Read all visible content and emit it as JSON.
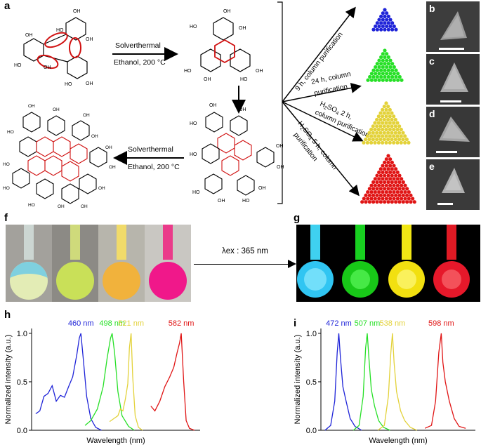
{
  "panels": {
    "a": "a",
    "b": "b",
    "c": "c",
    "d": "d",
    "e": "e",
    "f": "f",
    "g": "g",
    "h": "h",
    "i": "i"
  },
  "scheme": {
    "oh": "OH",
    "ho": "HO",
    "step1_top": "Solverthermal",
    "step1_bottom": "Ethanol, 200 °C",
    "step2_top": "Solverthermal",
    "step2_bottom": "Ethanol, 200 °C",
    "routes": [
      {
        "line1": "9 h, column purification",
        "line2": "",
        "color": "#2a3fd6"
      },
      {
        "line1": "24 h, column",
        "line2": "purification",
        "color": "#22d322"
      },
      {
        "line1": "H2SO4 2 h,",
        "line2": "column purification",
        "color": "#d8d820"
      },
      {
        "line1": "H2SO4 5 h, column",
        "line2": "purification",
        "color": "#e01818"
      }
    ]
  },
  "excitation": {
    "label": "λex : 365 nm"
  },
  "colors": {
    "blue": "#1f24d8",
    "green": "#27e027",
    "yellow": "#e3d23a",
    "red": "#e01515",
    "ring_red": "#d01010"
  },
  "chart_data": [
    {
      "type": "line",
      "panel": "h",
      "xlabel": "Wavelength (nm)",
      "ylabel": "Normalized intensity (a.u.)",
      "ylim": [
        0,
        1.05
      ],
      "yticks": [
        "0.0",
        "0.5",
        "1.0"
      ],
      "series": [
        {
          "name": "460 nm",
          "color": "#1f24d8",
          "x": [
            405,
            410,
            415,
            420,
            425,
            430,
            435,
            440,
            445,
            450,
            455,
            458,
            460,
            463,
            467,
            472,
            478,
            485
          ],
          "y": [
            0.17,
            0.2,
            0.35,
            0.38,
            0.46,
            0.3,
            0.36,
            0.34,
            0.45,
            0.55,
            0.78,
            0.95,
            1.0,
            0.72,
            0.35,
            0.12,
            0.03,
            0.0
          ]
        },
        {
          "name": "498 nm",
          "color": "#27e027",
          "x": [
            465,
            472,
            480,
            487,
            492,
            496,
            498,
            501,
            505,
            510,
            518,
            525
          ],
          "y": [
            0.05,
            0.1,
            0.22,
            0.45,
            0.75,
            0.95,
            1.0,
            0.8,
            0.4,
            0.15,
            0.04,
            0.0
          ]
        },
        {
          "name": "521 nm",
          "color": "#e3d23a",
          "x": [
            495,
            500,
            505,
            508,
            511,
            514,
            517,
            519,
            521,
            523,
            526,
            530,
            535
          ],
          "y": [
            0.09,
            0.12,
            0.15,
            0.22,
            0.2,
            0.32,
            0.48,
            0.85,
            1.0,
            0.55,
            0.15,
            0.03,
            0.0
          ]
        },
        {
          "name": "582 nm",
          "color": "#e01515",
          "x": [
            545,
            550,
            556,
            562,
            568,
            573,
            577,
            580,
            582,
            585,
            588,
            592,
            598
          ],
          "y": [
            0.25,
            0.2,
            0.3,
            0.45,
            0.55,
            0.65,
            0.8,
            0.9,
            1.0,
            0.5,
            0.1,
            0.02,
            0.0
          ]
        }
      ]
    },
    {
      "type": "line",
      "panel": "i",
      "xlabel": "Wavelength (nm)",
      "ylabel": "Normalized intensity (a.u.)",
      "ylim": [
        0,
        1.05
      ],
      "yticks": [
        "0.0",
        "0.5",
        "1.0"
      ],
      "series": [
        {
          "name": "472 nm",
          "color": "#1f24d8",
          "x": [
            455,
            462,
            467,
            470,
            472,
            474,
            477,
            481,
            486,
            492,
            500
          ],
          "y": [
            0.0,
            0.05,
            0.3,
            0.8,
            1.0,
            0.75,
            0.45,
            0.3,
            0.12,
            0.04,
            0.0
          ]
        },
        {
          "name": "507 nm",
          "color": "#27e027",
          "x": [
            490,
            497,
            502,
            505,
            507,
            509,
            512,
            516,
            521,
            527,
            535
          ],
          "y": [
            0.0,
            0.05,
            0.35,
            0.85,
            1.0,
            0.75,
            0.42,
            0.25,
            0.1,
            0.03,
            0.0
          ]
        },
        {
          "name": "538 nm",
          "color": "#e3d23a",
          "x": [
            520,
            528,
            533,
            536,
            538,
            540,
            543,
            548,
            553,
            560,
            568
          ],
          "y": [
            0.0,
            0.05,
            0.35,
            0.8,
            1.0,
            0.7,
            0.4,
            0.2,
            0.1,
            0.03,
            0.0
          ]
        },
        {
          "name": "598 nm",
          "color": "#e01515",
          "x": [
            578,
            586,
            591,
            595,
            598,
            600,
            603,
            608,
            614,
            620,
            628
          ],
          "y": [
            0.02,
            0.05,
            0.3,
            0.8,
            1.0,
            0.7,
            0.5,
            0.3,
            0.12,
            0.04,
            0.02
          ]
        }
      ]
    }
  ]
}
